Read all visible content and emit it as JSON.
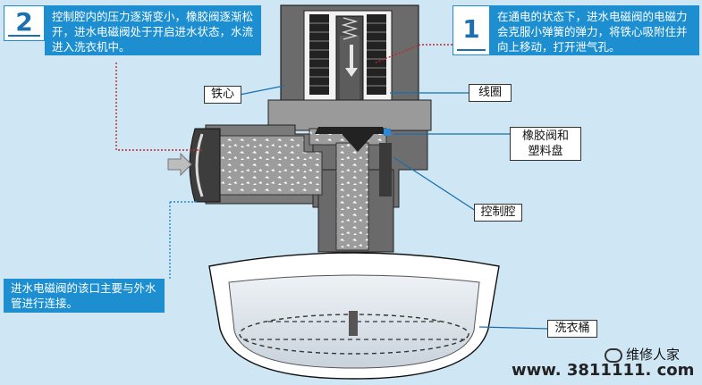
{
  "callouts": {
    "step2": {
      "number": "2",
      "text": "控制腔内的压力逐渐变小，橡胶阀逐渐松开，进水电磁阀处于开启进水状态，水流进入洗衣机中。"
    },
    "step1": {
      "number": "1",
      "text": "在通电的状态下，进水电磁阀的电磁力会克服小弹簧的弹力，将铁心吸附住并向上移动，打开泄气孔。"
    },
    "inlet_note": "进水电磁阀的该口主要与外水管进行连接。"
  },
  "labels": {
    "iron_core": "铁心",
    "coil": "线圈",
    "rubber_valve_line1": "橡胶阀和",
    "rubber_valve_line2": "塑料盘",
    "control_chamber": "控制腔",
    "washer_tub": "洗衣桶"
  },
  "watermark": {
    "brand": "维修人家",
    "url": "www. 3811111. com"
  },
  "colors": {
    "callout_bg": "#1d8fd0",
    "valve_body": "#5a5a5a",
    "coil_frame": "#3a3a3a",
    "water": "#a9a9a9",
    "background": "#cfe7f5"
  }
}
